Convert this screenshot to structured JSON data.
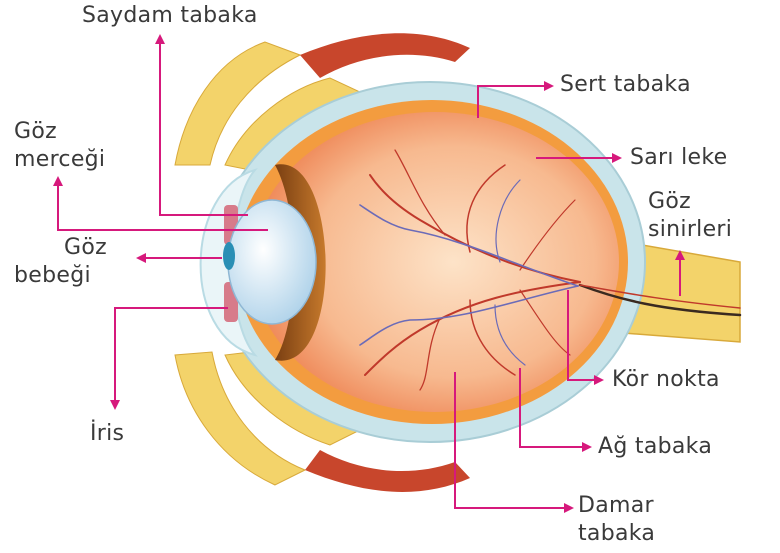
{
  "labels": {
    "saydam_tabaka": "Saydam tabaka",
    "goz_mercegi": [
      "Göz",
      "merceği"
    ],
    "goz_bebegi": [
      "Göz",
      "bebeği"
    ],
    "iris": "İris",
    "sert_tabaka": "Sert tabaka",
    "sari_leke": "Sarı leke",
    "goz_sinirleri": [
      "Göz",
      "sinirleri"
    ],
    "kor_nokta": "Kör nokta",
    "ag_tabaka": "Ağ tabaka",
    "damar_tabaka": [
      "Damar",
      "tabaka"
    ]
  },
  "colors": {
    "arrow": "#d6197c",
    "label_text": "#3a3a3a",
    "sclera": "#c9e4ea",
    "choroid": "#f39c3f",
    "retina": "#f6b28f",
    "lens": "#cfe6f6",
    "iris": "#2a8fb5",
    "muscle": "#c8462c",
    "fat": "#f3d36a",
    "vessel_red": "#c0392b",
    "vessel_blue": "#6b6bb8"
  }
}
